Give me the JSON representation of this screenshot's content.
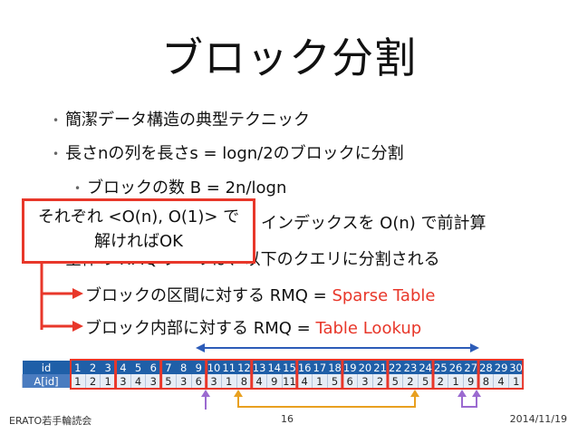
{
  "title": "ブロック分割",
  "bullets": [
    {
      "text": "簡潔データ構造の典型テクニック"
    },
    {
      "text": "長さnの列を長さs = logn/2のブロックに分割"
    },
    {
      "text": "ブロックの数 B = 2n/logn"
    },
    {
      "text": "インデックスを O(n) で前計算"
    },
    {
      "text": "全体の RMQ クエリは、以下のクエリに分割される"
    },
    {
      "prefix": "ブロックの区間に対する RMQ = ",
      "highlight": "Sparse Table"
    },
    {
      "prefix": "ブロック内部に対する RMQ = ",
      "highlight": "Table Lookup"
    }
  ],
  "callout": {
    "line1": "それぞれ <O(n), O(1)> で",
    "line2": "解ければOK"
  },
  "table": {
    "id_header": "id",
    "a_header": "A[id]",
    "ids": [
      "1",
      "2",
      "3",
      "4",
      "5",
      "6",
      "7",
      "8",
      "9",
      "10",
      "11",
      "12",
      "13",
      "14",
      "15",
      "16",
      "17",
      "18",
      "19",
      "20",
      "21",
      "22",
      "23",
      "24",
      "25",
      "26",
      "27",
      "28",
      "29",
      "30"
    ],
    "values": [
      "1",
      "2",
      "1",
      "3",
      "4",
      "3",
      "5",
      "3",
      "6",
      "3",
      "1",
      "8",
      "4",
      "9",
      "11",
      "4",
      "1",
      "5",
      "6",
      "3",
      "2",
      "5",
      "2",
      "5",
      "2",
      "1",
      "9",
      "8",
      "4",
      "1"
    ]
  },
  "footer": {
    "left": "ERATO若手輪読会",
    "page": "16",
    "date": "2014/11/19"
  },
  "colors": {
    "accent_red": "#e8372a",
    "table_header_blue": "#1f5fa8",
    "arrow_blue": "#2d5cb8",
    "arrow_purple": "#9b6ad0",
    "arrow_orange": "#e8a020"
  }
}
